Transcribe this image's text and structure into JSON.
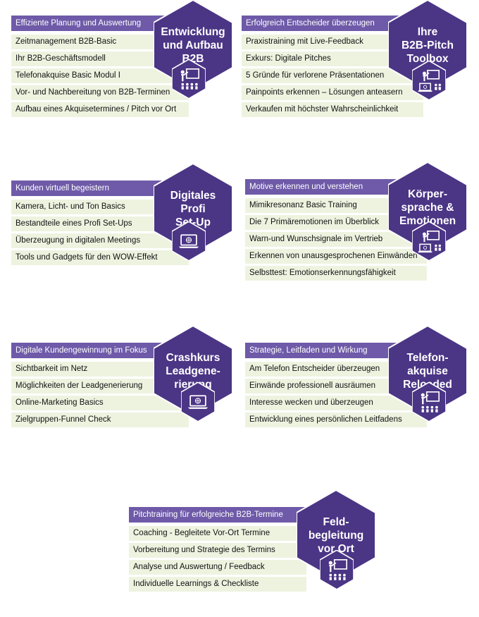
{
  "colors": {
    "hex_dark": "#4b3585",
    "header": "#6e5aa8",
    "row_bg": "#eef3e0",
    "icon_white": "#ffffff"
  },
  "modules": [
    {
      "header": "Effiziente Planung und Auswertung",
      "title": "Entwicklung\nund Aufbau\nB2B",
      "icon": "presenter-audience-icon",
      "items": [
        "Zeitmanagement B2B-Basic",
        "Ihr B2B-Geschäftsmodell",
        "Telefonakquise Basic Modul I",
        "Vor- und Nachbereitung von B2B-Terminen",
        "Aufbau eines Akquisetermines / Pitch vor Ort"
      ]
    },
    {
      "header": "Erfolgreich Entscheider überzeugen",
      "title": "Ihre\nB2B-Pitch\nToolbox",
      "icon": "presenter-laptop-icon",
      "items": [
        "Praxistraining mit Live-Feedback",
        "Exkurs: Digitale Pitches",
        "5 Gründe für verlorene Präsentationen",
        "Painpoints erkennen – Lösungen anteasern",
        "Verkaufen mit höchster Wahrscheinlichkeit"
      ]
    },
    {
      "header": "Kunden virtuell begeistern",
      "title": "Digitales\nProfi\nSet-Up",
      "icon": "laptop-icon",
      "items": [
        "Kamera, Licht- und Ton Basics",
        "Bestandteile eines Profi Set-Ups",
        "Überzeugung in digitalen Meetings",
        "Tools und Gadgets für den WOW-Effekt"
      ]
    },
    {
      "header": "Motive erkennen und verstehen",
      "title": "Körper-\nsprache &\nEmotionen",
      "icon": "presenter-laptop-icon",
      "items": [
        "Mimikresonanz Basic Training",
        "Die 7 Primäremotionen im Überblick",
        "Warn-und Wunschsignale im Vertrieb",
        "Erkennen von unausgesprochenen Einwänden",
        "Selbsttest: Emotionserkennungsfähigkeit"
      ]
    },
    {
      "header": "Digitale Kundengewinnung im Fokus",
      "title": "Crashkurs\nLeadgene-\nrierung",
      "icon": "laptop-icon",
      "items": [
        "Sichtbarkeit im Netz",
        "Möglichkeiten der Leadgenerierung",
        "Online-Marketing Basics",
        "Zielgruppen-Funnel Check"
      ]
    },
    {
      "header": "Strategie, Leitfaden und Wirkung",
      "title": "Telefon-\nakquise\nReloaded",
      "icon": "presenter-audience-icon",
      "items": [
        "Am Telefon Entscheider überzeugen",
        "Einwände professionell ausräumen",
        "Interesse wecken und überzeugen",
        "Entwicklung eines persönlichen Leitfadens"
      ]
    },
    {
      "header": "Pitchtraining für erfolgreiche B2B-Termine",
      "title": "Feld-\nbegleitung\nvor Ort",
      "icon": "presenter-audience-icon",
      "items": [
        "Coaching - Begleitete Vor-Ort Termine",
        "Vorbereitung und Strategie des Termins",
        "Analyse und Auswertung / Feedback",
        "Individuelle Learnings & Checkliste"
      ]
    }
  ]
}
